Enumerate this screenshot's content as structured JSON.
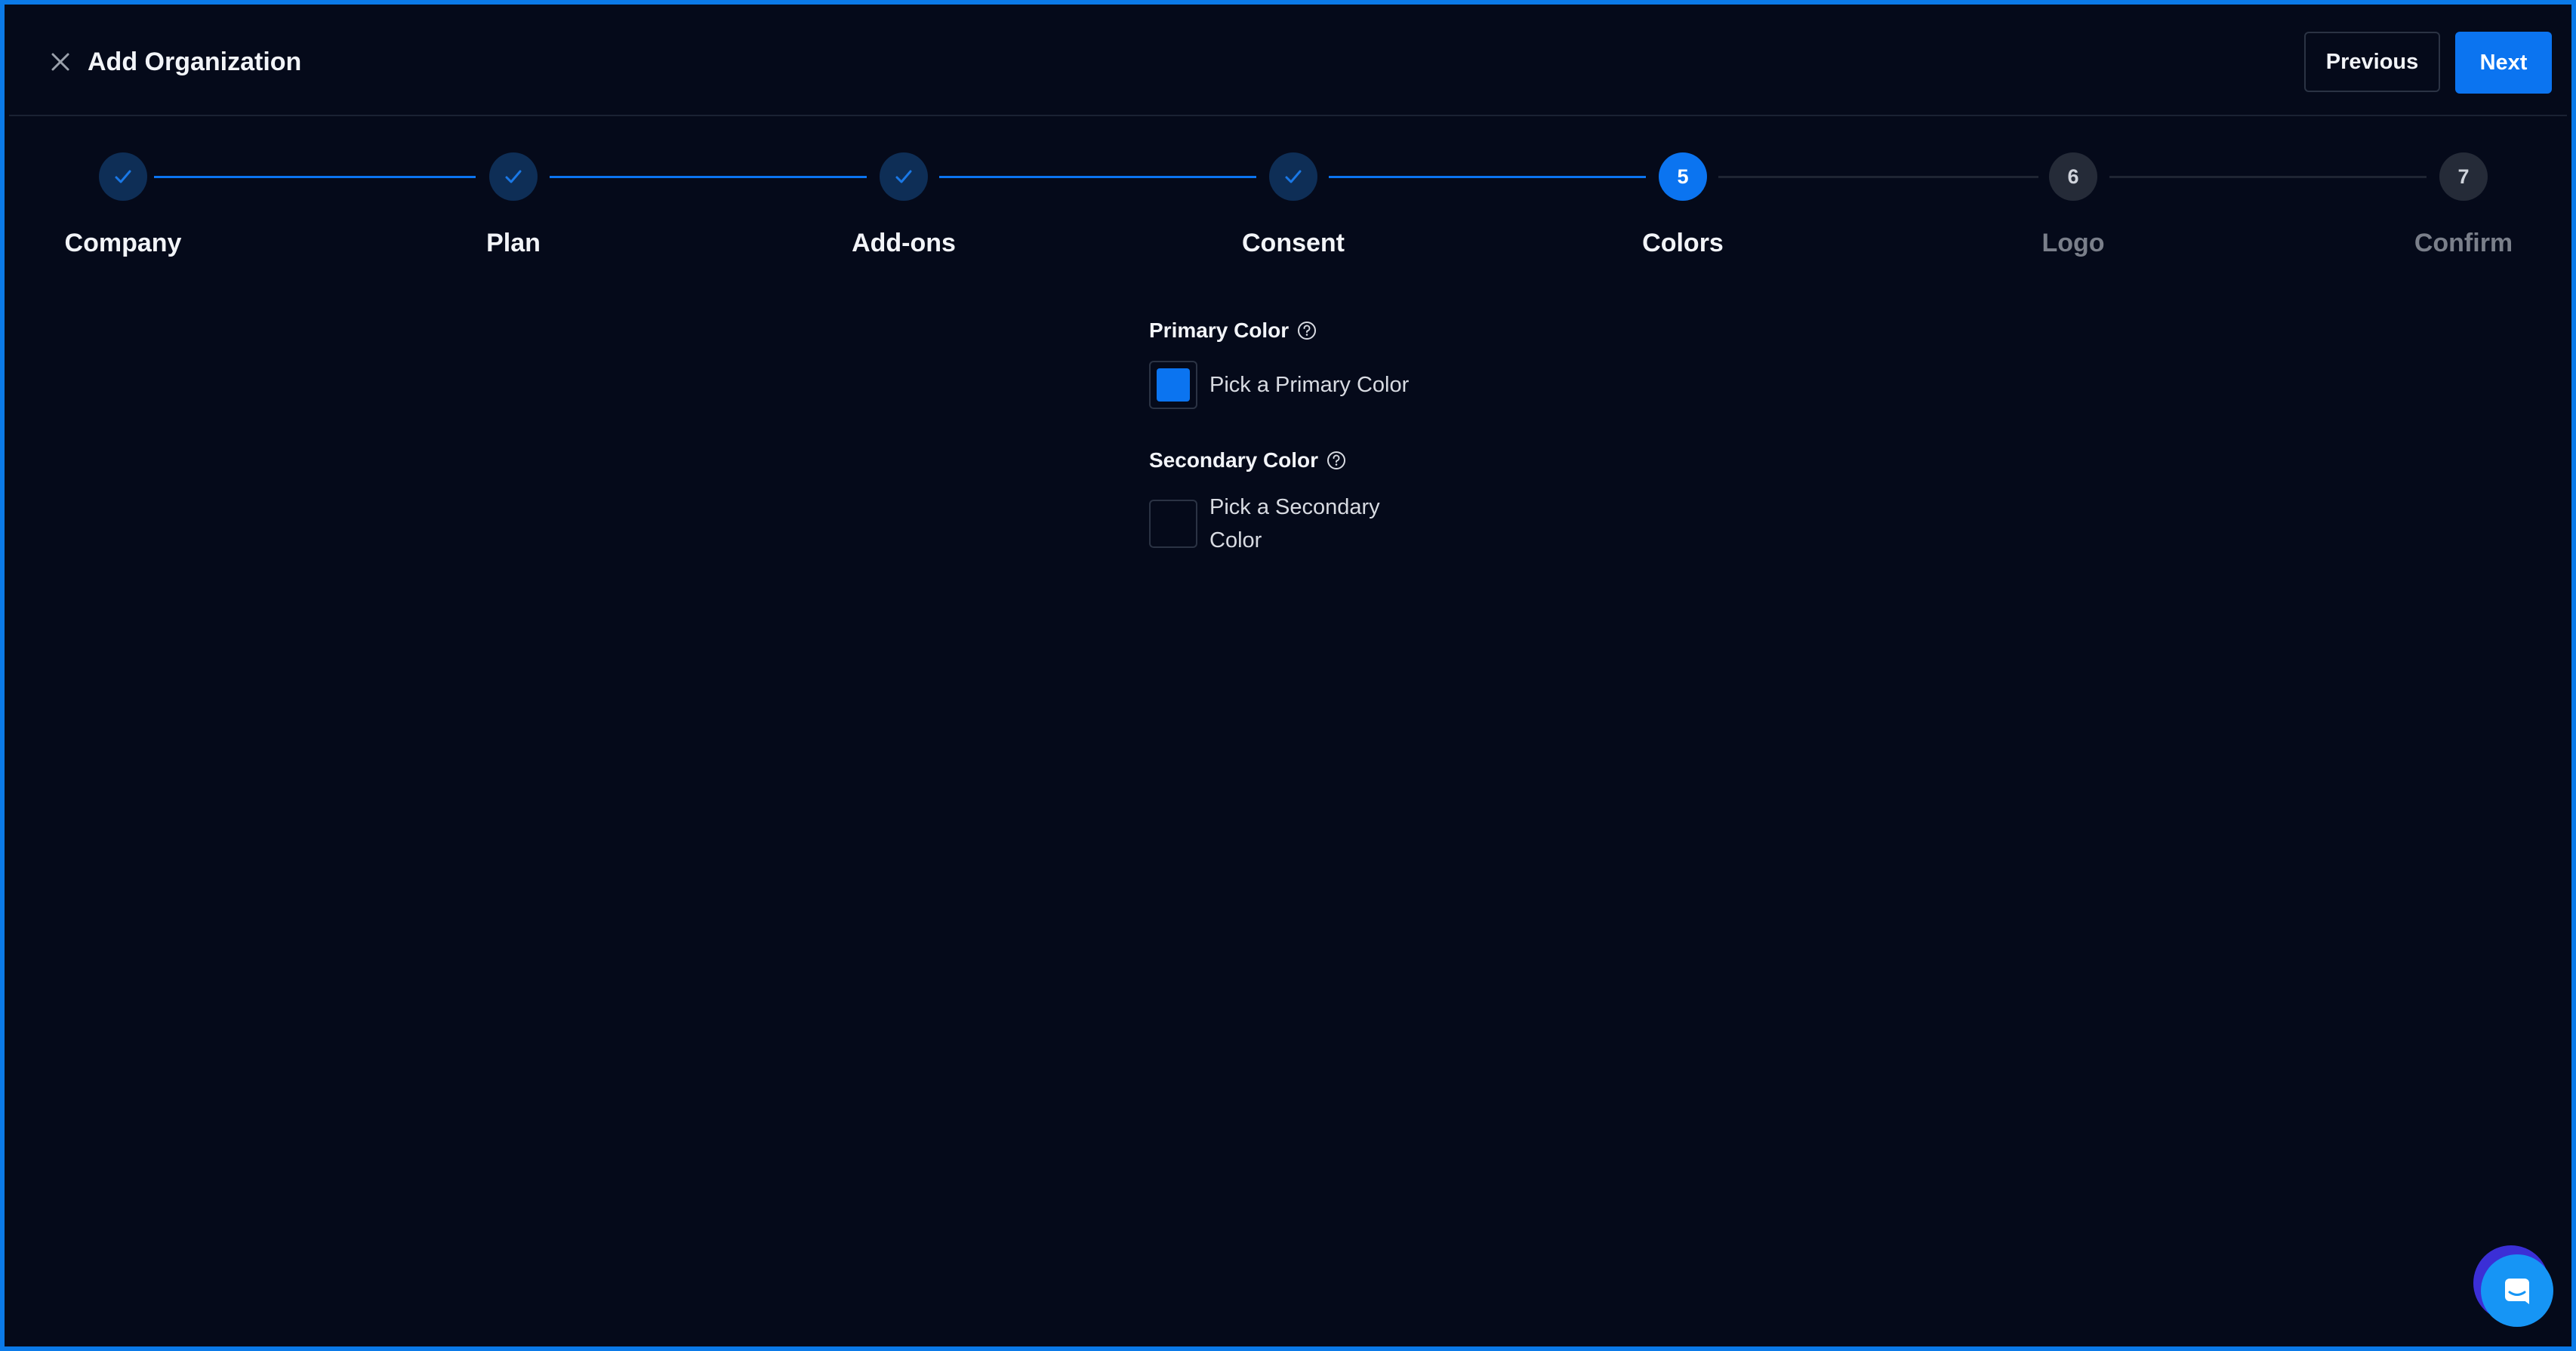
{
  "header": {
    "title": "Add Organization",
    "previous_label": "Previous",
    "next_label": "Next"
  },
  "stepper": {
    "steps": [
      {
        "label": "Company",
        "number": "1",
        "state": "completed"
      },
      {
        "label": "Plan",
        "number": "2",
        "state": "completed"
      },
      {
        "label": "Add-ons",
        "number": "3",
        "state": "completed"
      },
      {
        "label": "Consent",
        "number": "4",
        "state": "completed"
      },
      {
        "label": "Colors",
        "number": "5",
        "state": "active"
      },
      {
        "label": "Logo",
        "number": "6",
        "state": "upcoming"
      },
      {
        "label": "Confirm",
        "number": "7",
        "state": "upcoming"
      }
    ]
  },
  "form": {
    "primary": {
      "label": "Primary Color",
      "button_text": "Pick a Primary Color",
      "color": "#0b74f0"
    },
    "secondary": {
      "label": "Secondary Color",
      "button_text": "Pick a Secondary Color",
      "color": "#050a1a"
    }
  },
  "colors": {
    "accent": "#0b74f0",
    "background": "#050a1a",
    "completed_step": "#0e2e56",
    "upcoming_step": "#252b38"
  },
  "icons": {
    "close": "close-icon",
    "check": "check-icon",
    "help": "help-circle-icon",
    "chat": "chat-icon"
  }
}
